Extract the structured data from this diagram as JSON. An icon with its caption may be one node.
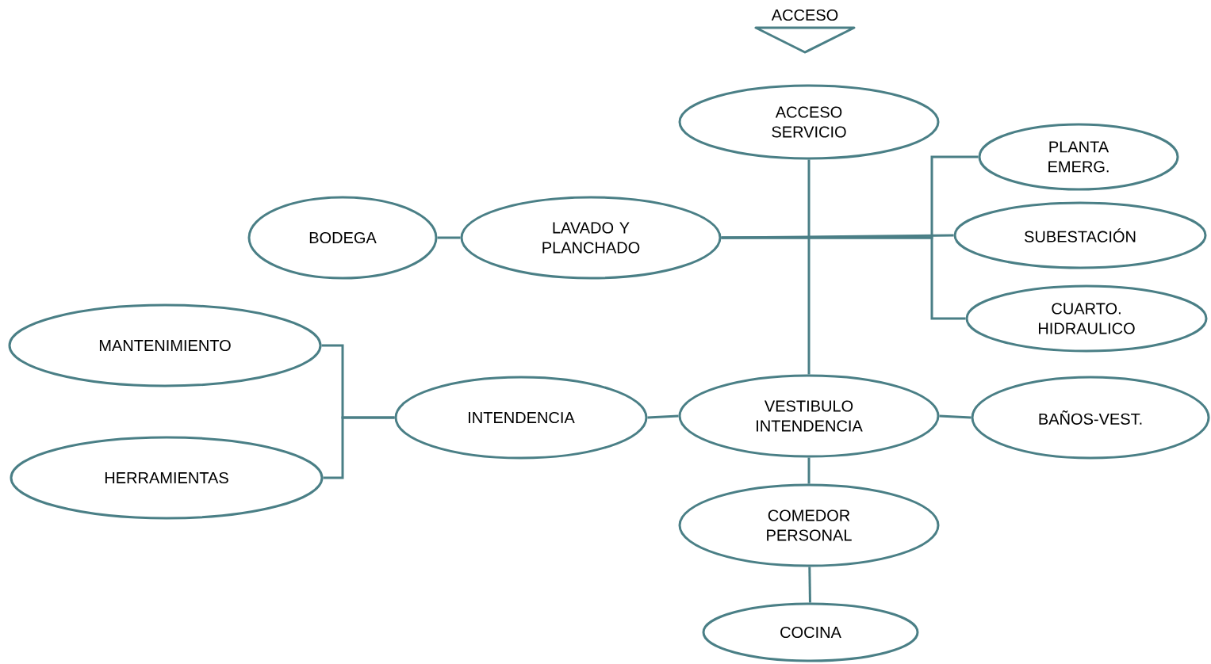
{
  "diagram": {
    "nodes": [
      {
        "text": [
          "ACCESO"
        ]
      },
      {
        "text": [
          "ACCESO SERVICIO"
        ]
      },
      {
        "text": [
          "PLANTA EMERG."
        ]
      },
      {
        "text": [
          "BODEGA"
        ]
      },
      {
        "text": [
          "LAVADO Y PLANCHADO"
        ]
      },
      {
        "text": [
          "SUBESTACIÓN"
        ]
      },
      {
        "text": [
          "CUARTO. HIDRAULICO"
        ]
      },
      {
        "text": [
          "MANTENIMIENTO"
        ]
      },
      {
        "text": [
          "INTENDENCIA"
        ]
      },
      {
        "text": [
          "VESTIBULO INTENDENCIA"
        ]
      },
      {
        "text": [
          "BAÑOS-VEST."
        ]
      },
      {
        "text": [
          "HERRAMIENTAS"
        ]
      },
      {
        "text": [
          "COMEDOR PERSONAL"
        ]
      },
      {
        "text": [
          "COCINA"
        ]
      }
    ],
    "edges": [
      {
        "from": 1,
        "to": 9,
        "arrow": "none"
      },
      {
        "from": 4,
        "to": 5,
        "arrow": "none"
      },
      {
        "from": 4,
        "to": 2,
        "arrow": "none"
      },
      {
        "from": 4,
        "to": 6,
        "arrow": "none"
      },
      {
        "from": 3,
        "to": 4,
        "arrow": "none"
      },
      {
        "from": 8,
        "to": 9,
        "arrow": "none"
      },
      {
        "from": 9,
        "to": 10,
        "arrow": "none"
      },
      {
        "from": 9,
        "to": 12,
        "arrow": "none"
      },
      {
        "from": 12,
        "to": 13,
        "arrow": "none"
      },
      {
        "from": 8,
        "to": 7,
        "arrow": "none"
      },
      {
        "from": 8,
        "to": 11,
        "arrow": "none"
      }
    ]
  }
}
